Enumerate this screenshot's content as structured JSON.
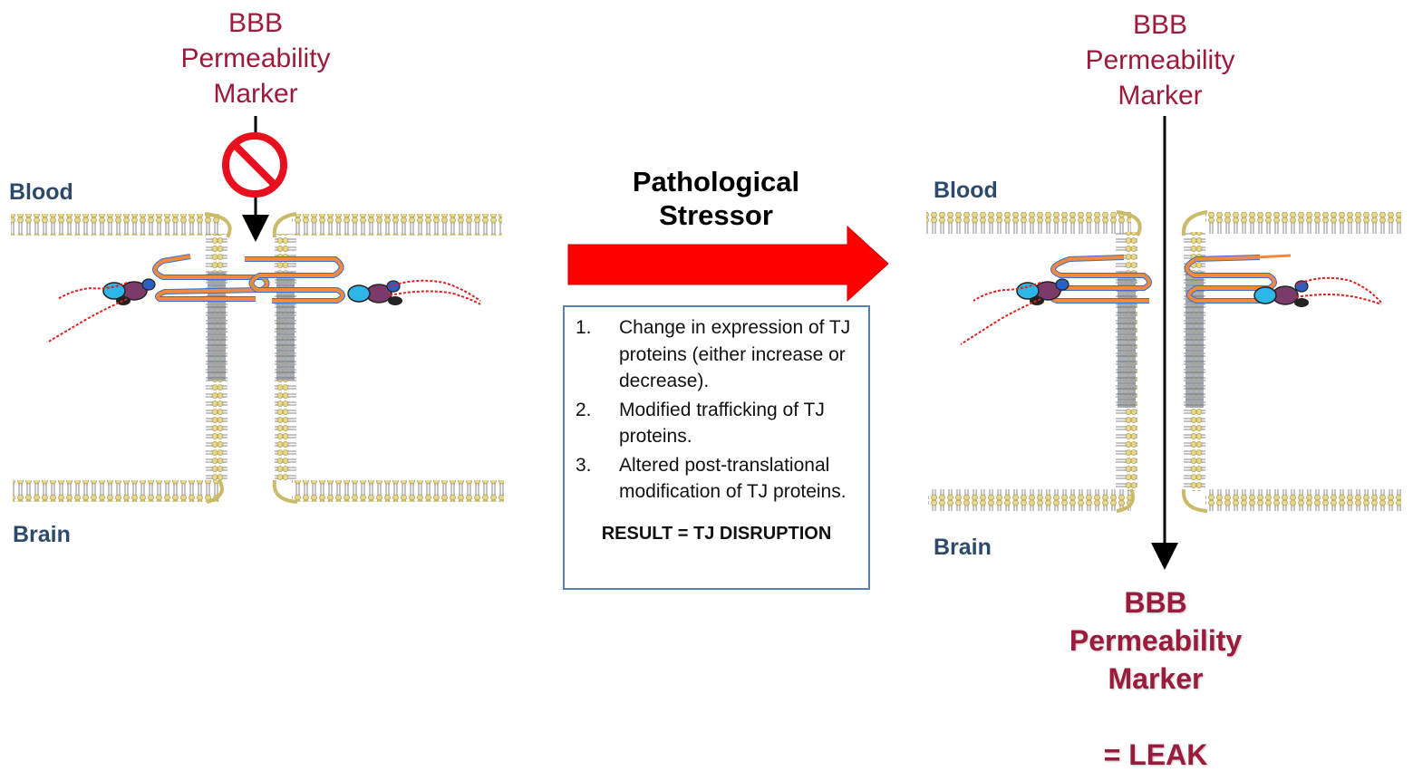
{
  "left_panel": {
    "marker_label": [
      "BBB",
      "Permeability",
      "Marker"
    ],
    "blood_label": "Blood",
    "brain_label": "Brain",
    "block_icon": "no-entry-icon"
  },
  "center": {
    "stressor_lines": [
      "Pathological",
      "Stressor"
    ],
    "arrow_color": "#ff0000",
    "mechanisms": [
      {
        "num": "1.",
        "text": "Change in expression of TJ proteins (either increase or decrease)."
      },
      {
        "num": "2.",
        "text": "Modified trafficking of TJ proteins."
      },
      {
        "num": "3.",
        "text": "Altered post-translational modification of TJ proteins."
      }
    ],
    "result": "RESULT = TJ DISRUPTION"
  },
  "right_panel": {
    "marker_label": [
      "BBB",
      "Permeability",
      "Marker"
    ],
    "blood_label": "Blood",
    "brain_label": "Brain",
    "leak_label": [
      "BBB",
      "Permeability",
      "Marker"
    ],
    "leak_result": "= LEAK"
  },
  "colors": {
    "marker_text": "#9b1b3c",
    "side_text": "#2e4a6b",
    "membrane_head": "#e8d88a",
    "claudin_orange": "#f08a3c",
    "claudin_blue": "#3a6fd0",
    "actin_red": "#e02020"
  }
}
